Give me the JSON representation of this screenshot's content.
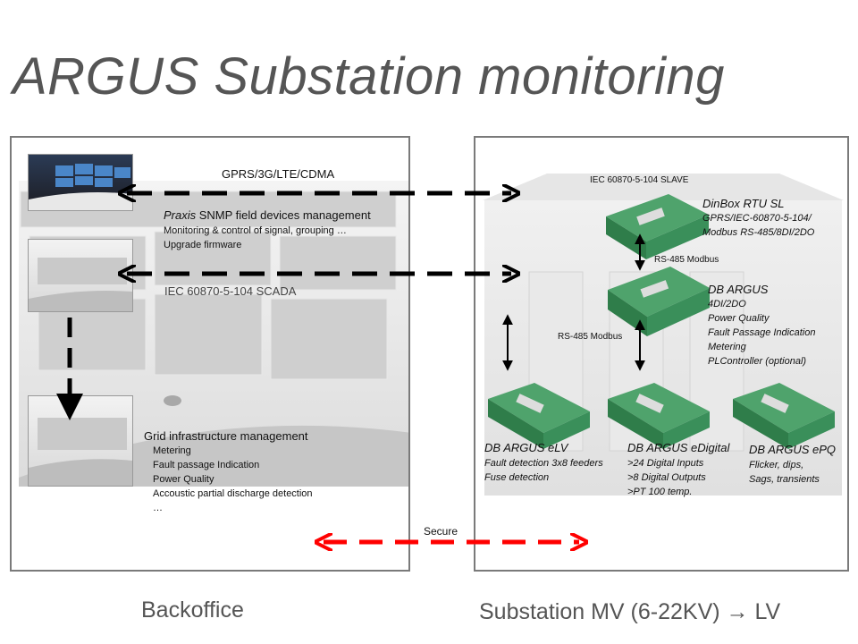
{
  "title": "ARGUS Substation monitoring",
  "backoffice": {
    "gprs_label": "GPRS/3G/LTE/CDMA",
    "praxis_prefix": "Praxis",
    "praxis_rest": " SNMP  field devices  management",
    "praxis_lines": [
      "Monitoring & control of signal, grouping …",
      "Upgrade firmware"
    ],
    "iec_scada": "IEC 60870-5-104  SCADA",
    "grid_title": "Grid infrastructure management",
    "grid_items": [
      "Metering",
      "Fault passage Indication",
      "Power Quality",
      "Accoustic partial discharge detection",
      "…"
    ],
    "caption": "Backoffice"
  },
  "substation": {
    "iec_slave": "IEC 60870-5-104 SLAVE",
    "rs485_top": "RS-485 Modbus",
    "rs485_left": "RS-485 Modbus",
    "dinbox": {
      "name": "DinBox RTU SL",
      "lines": [
        "GPRS/IEC-60870-5-104/",
        "Modbus RS-485/8DI/2DO"
      ]
    },
    "argus": {
      "name": "DB ARGUS",
      "lines": [
        "4DI/2DO",
        "Power Quality",
        "Fault Passage Indication",
        "Metering",
        "PLController (optional)"
      ]
    },
    "elv": {
      "name": "DB ARGUS eLV",
      "lines": [
        "Fault detection  3x8 feeders",
        "Fuse detection"
      ]
    },
    "edigital": {
      "name": "DB ARGUS eDigital",
      "lines": [
        ">24 Digital Inputs",
        ">8 Digital Outputs",
        ">PT 100 temp."
      ]
    },
    "epq": {
      "name": "DB ARGUS ePQ",
      "lines": [
        "Flicker,  dips,",
        "Sags, transients"
      ]
    },
    "caption": "Substation MV (6-22KV) → LV"
  },
  "secure_label": "Secure",
  "colors": {
    "arrow_black": "#000000",
    "arrow_red": "#ff0000",
    "device_green": "#3a8f5a",
    "title_gray": "#555555"
  }
}
